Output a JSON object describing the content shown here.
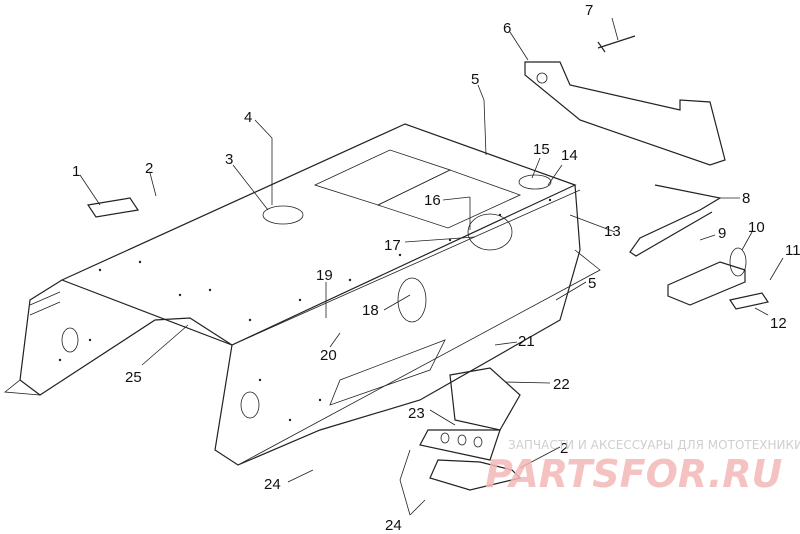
{
  "callouts": [
    {
      "label": "1"
    },
    {
      "label": "2"
    },
    {
      "label": "3"
    },
    {
      "label": "4"
    },
    {
      "label": "5"
    },
    {
      "label": "6"
    },
    {
      "label": "7"
    },
    {
      "label": "8"
    },
    {
      "label": "9"
    },
    {
      "label": "10"
    },
    {
      "label": "11"
    },
    {
      "label": "12"
    },
    {
      "label": "13"
    },
    {
      "label": "14"
    },
    {
      "label": "15"
    },
    {
      "label": "16"
    },
    {
      "label": "17"
    },
    {
      "label": "18"
    },
    {
      "label": "19"
    },
    {
      "label": "20"
    },
    {
      "label": "21"
    },
    {
      "label": "22"
    },
    {
      "label": "23"
    },
    {
      "label": "2"
    },
    {
      "label": "24"
    },
    {
      "label": "24"
    },
    {
      "label": "25"
    },
    {
      "label": "5"
    }
  ],
  "watermark": {
    "caption": "ЗАПЧАСТИ И АКСЕССУАРЫ ДЛЯ МОТОТЕХНИКИ",
    "logo": "PARTSFOR.RU"
  }
}
